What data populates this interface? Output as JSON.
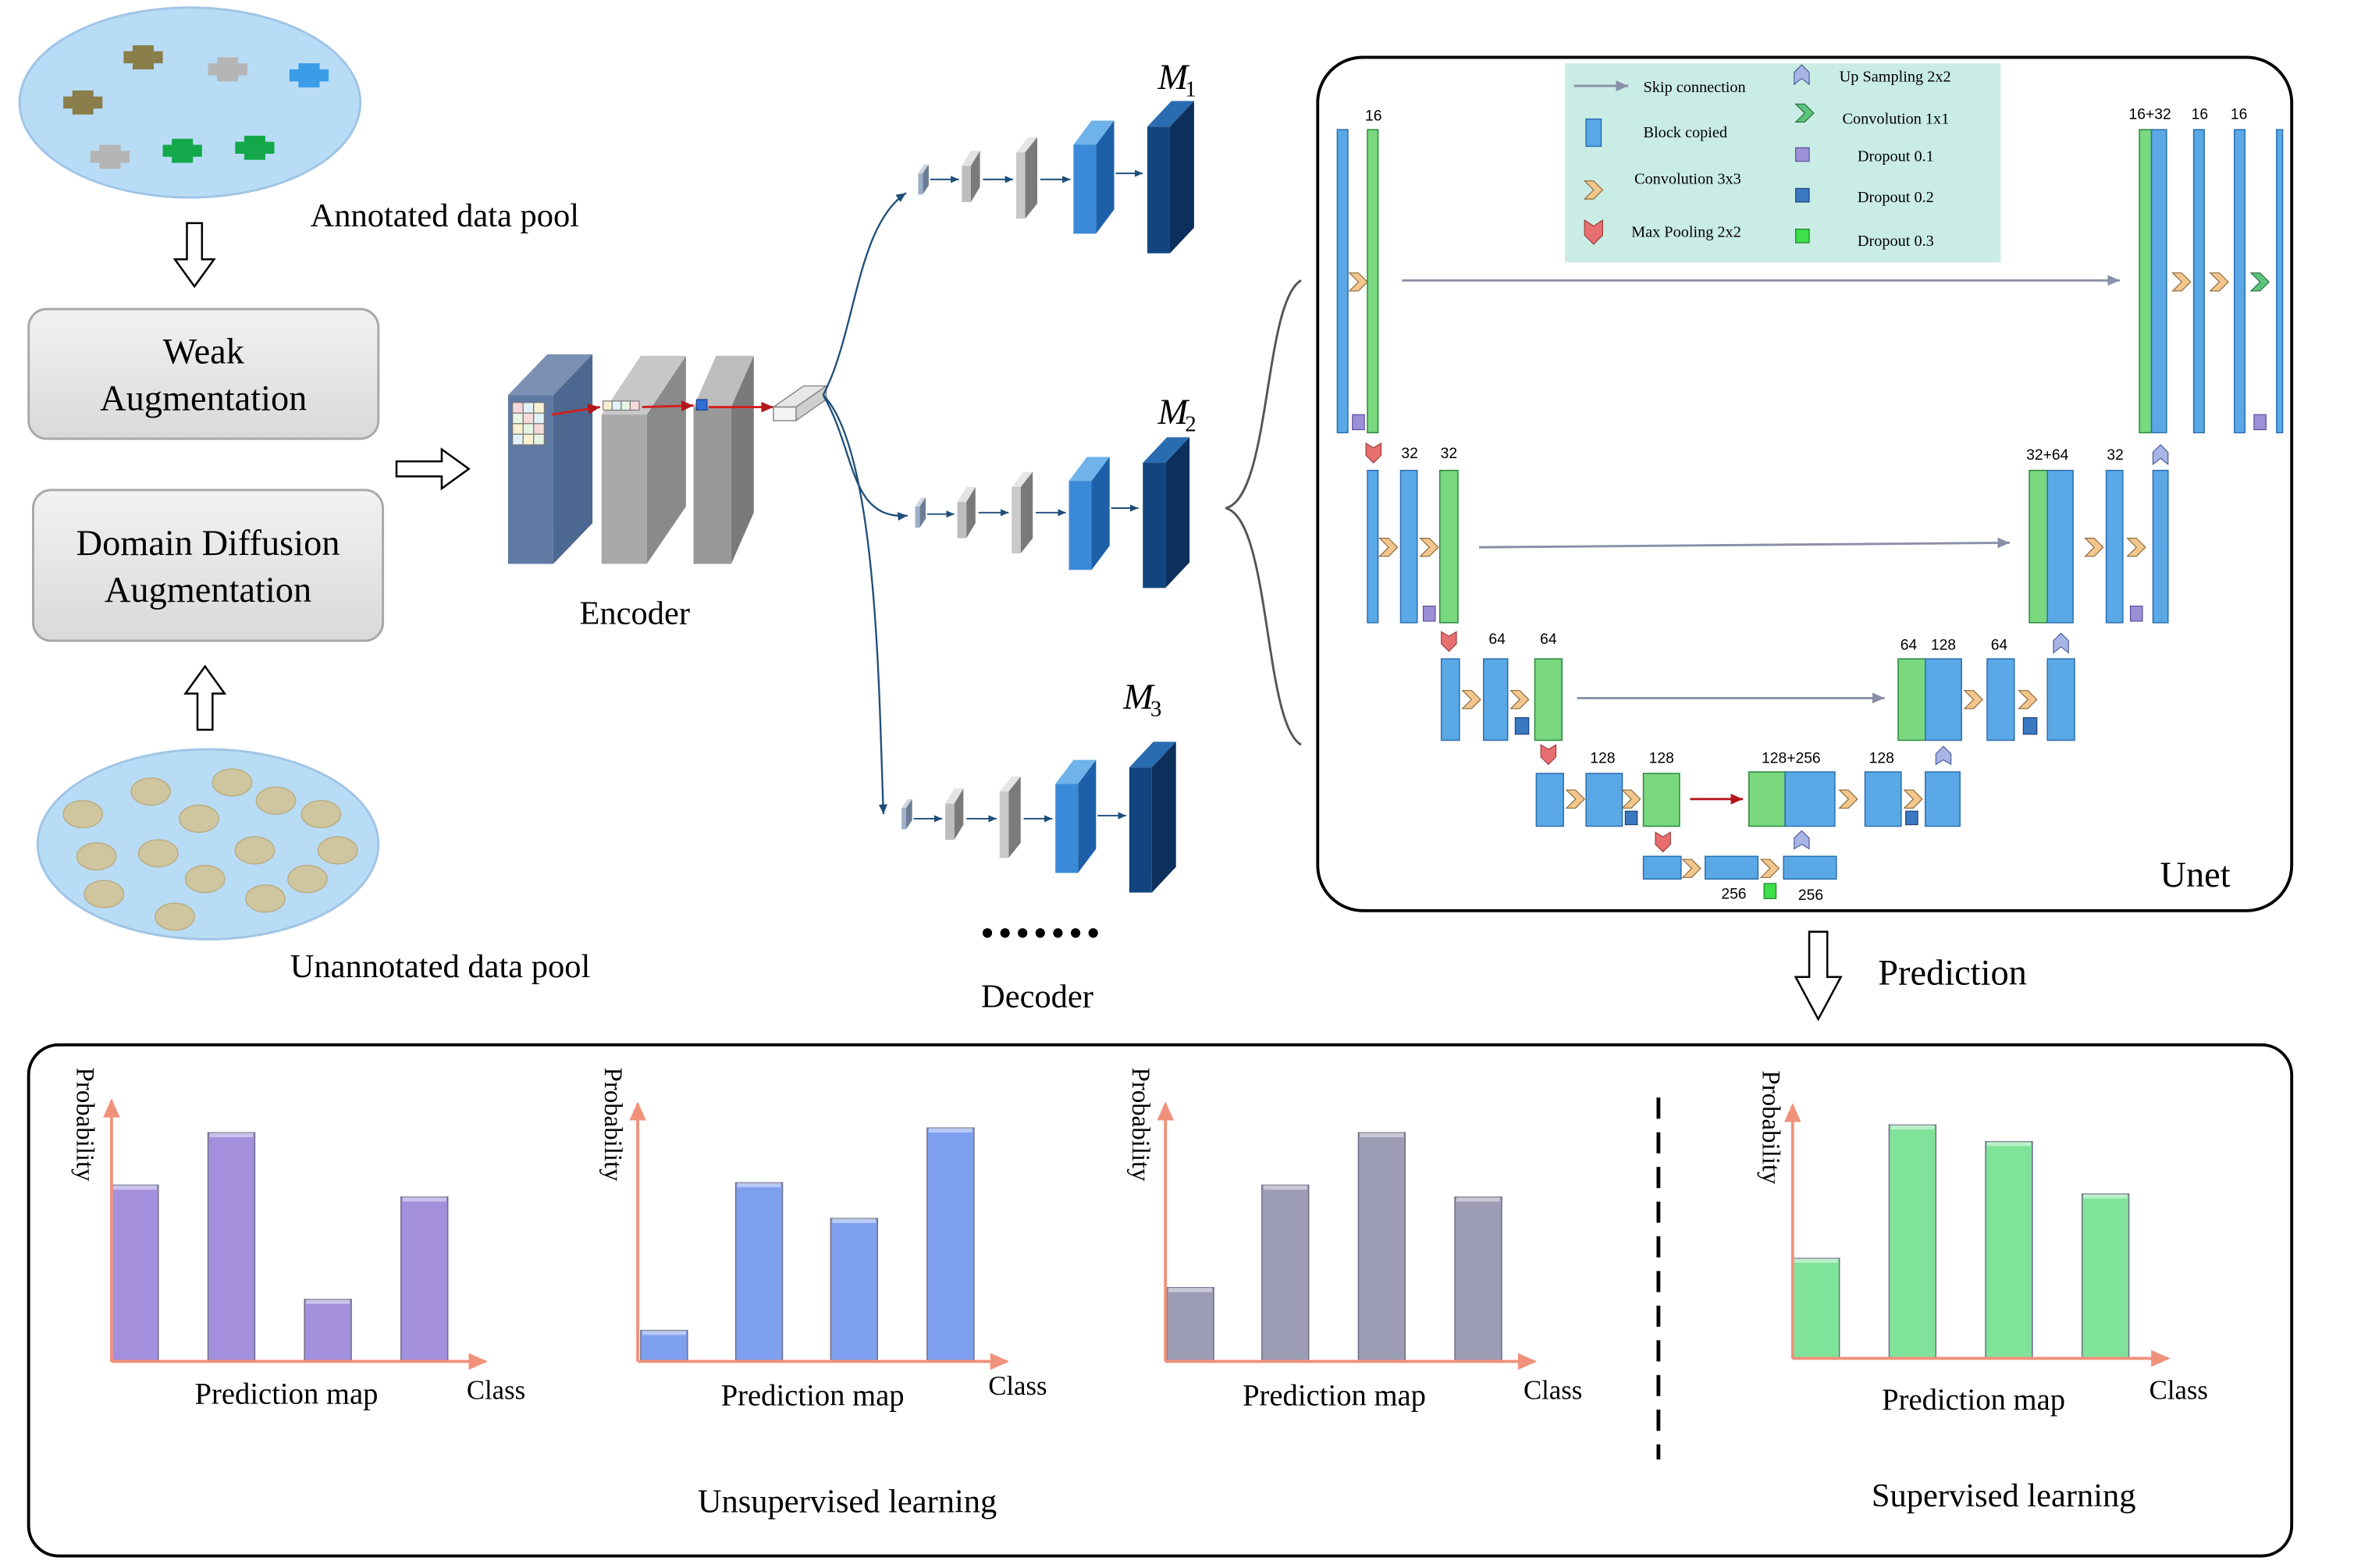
{
  "pools": {
    "annotated_label": "Annotated  data pool",
    "unannotated_label": "Unannotated  data pool"
  },
  "augmentation": {
    "weak_line1": "Weak",
    "weak_line2": "Augmentation",
    "domain_line1": "Domain Diffusion",
    "domain_line2": "Augmentation"
  },
  "encoder": {
    "label": "Encoder"
  },
  "decoder": {
    "label": "Decoder",
    "ellipsis": "•••••••",
    "models": [
      {
        "letter": "M",
        "sub": "1"
      },
      {
        "letter": "M",
        "sub": "2"
      },
      {
        "letter": "M",
        "sub": "3"
      }
    ]
  },
  "unet": {
    "title": "Unet",
    "legend": {
      "skip_connection": "Skip connection",
      "block_copied": "Block copied",
      "convolution_3x3": "Convolution 3x3",
      "max_pooling": "Max Pooling 2x2",
      "up_sampling": "Up Sampling 2x2",
      "convolution_1x1": "Convolution 1x1",
      "dropout_01": "Dropout 0.1",
      "dropout_02": "Dropout 0.2",
      "dropout_03": "Dropout 0.3"
    },
    "channel_labels": {
      "l1_enc": "16",
      "l2_a": "32",
      "l2_b": "32",
      "l3_a": "64",
      "l3_b": "64",
      "l4_a": "128",
      "l4_b": "128",
      "bottom_a": "256",
      "bottom_b": "256",
      "l4_cat": "128+256",
      "l4_dec": "128",
      "l3_cat_a": "64",
      "l3_cat_b": "128",
      "l3_dec": "64",
      "l2_cat": "32+64",
      "l2_dec": "32",
      "l1_cat": "16+32",
      "l1_dec_a": "16",
      "l1_dec_b": "16"
    }
  },
  "prediction": {
    "label": "Prediction"
  },
  "bottom_panel": {
    "unsupervised_label": "Unsupervised learning",
    "supervised_label": "Supervised learning",
    "chart_ylabel": "Probability",
    "chart_xlabel": "Class",
    "chart_caption": "Prediction map"
  },
  "colors": {
    "blue_block": "#5aa9e6",
    "green_block": "#7ad97f",
    "purple_bar": "#a38fdc",
    "blue_bar": "#7e9fee",
    "gray_bar": "#9c9cb4",
    "green_bar": "#7fe39a",
    "axis": "#f0927b",
    "legend_bg": "#c9ece4"
  },
  "chart_data": [
    {
      "type": "bar",
      "title": "",
      "xlabel": "Class",
      "ylabel": "Probability",
      "categories": [
        "",
        "",
        "",
        ""
      ],
      "values": [
        0.74,
        0.96,
        0.26,
        0.69
      ],
      "ylim": [
        0,
        1
      ]
    },
    {
      "type": "bar",
      "title": "",
      "xlabel": "Class",
      "ylabel": "Probability",
      "categories": [
        "",
        "",
        "",
        ""
      ],
      "values": [
        0.13,
        0.75,
        0.6,
        0.98
      ],
      "ylim": [
        0,
        1
      ]
    },
    {
      "type": "bar",
      "title": "",
      "xlabel": "Class",
      "ylabel": "Probability",
      "categories": [
        "",
        "",
        "",
        ""
      ],
      "values": [
        0.31,
        0.74,
        0.96,
        0.69
      ],
      "ylim": [
        0,
        1
      ]
    },
    {
      "type": "bar",
      "title": "",
      "xlabel": "Class",
      "ylabel": "Probability",
      "categories": [
        "",
        "",
        "",
        ""
      ],
      "values": [
        0.42,
        0.98,
        0.91,
        0.69
      ],
      "ylim": [
        0,
        1
      ]
    }
  ]
}
